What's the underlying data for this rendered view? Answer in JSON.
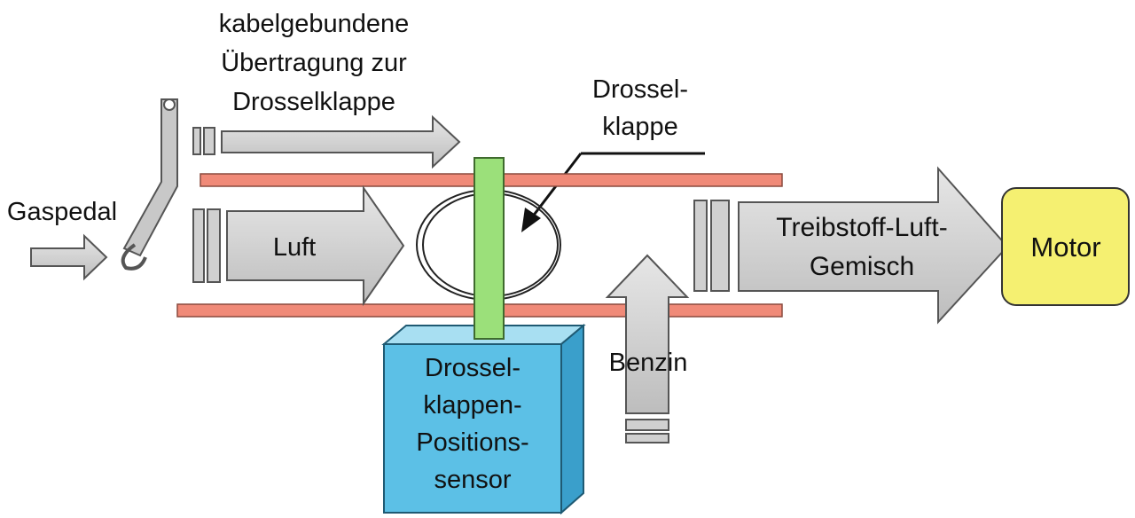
{
  "labels": {
    "cable_line1": "kabelgebundene",
    "cable_line2": "Übertragung zur",
    "cable_line3": "Drosselklappe",
    "throttle_line1": "Drossel-",
    "throttle_line2": "klappe",
    "gaspedal": "Gaspedal",
    "luft": "Luft",
    "mixture_line1": "Treibstoff-Luft-",
    "mixture_line2": "Gemisch",
    "motor": "Motor",
    "benzin": "Benzin",
    "sensor_line1": "Drossel-",
    "sensor_line2": "klappen-",
    "sensor_line3": "Positions-",
    "sensor_line4": "sensor"
  },
  "colors": {
    "arrow_fill": "#d6d6d6",
    "arrow_stroke": "#555555",
    "pipe": "#f08a78",
    "shaft": "#9be07a",
    "sensor_front": "#5cc0e6",
    "sensor_top": "#a8dff2",
    "sensor_side": "#3a9fcb",
    "motor": "#f5f071"
  }
}
